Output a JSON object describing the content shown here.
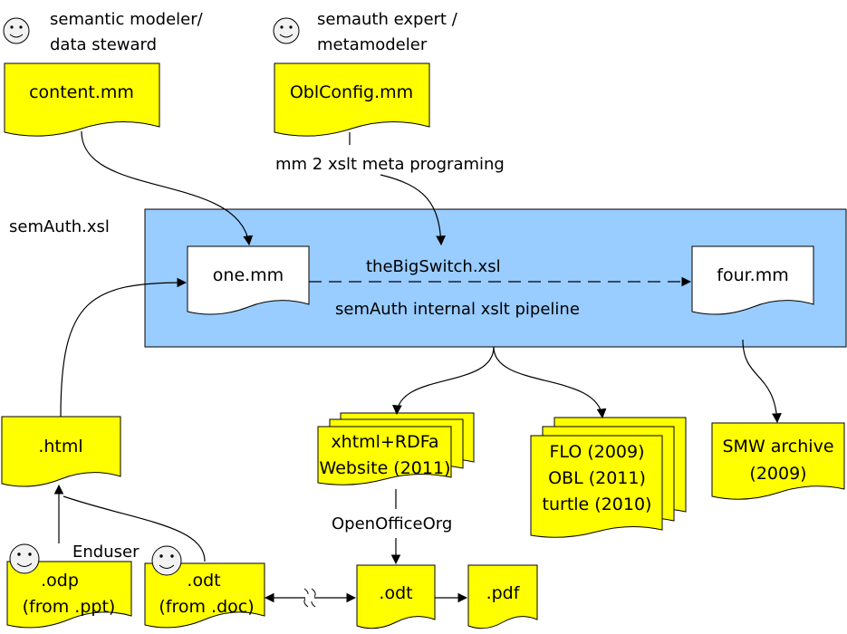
{
  "roles": {
    "modeler": [
      "semantic modeler/",
      "data steward"
    ],
    "expert": [
      "semauth expert /",
      "metamodeler"
    ],
    "enduser": "Enduser"
  },
  "docs": {
    "content": "content.mm",
    "oblconfig": "OblConfig.mm",
    "one": "one.mm",
    "four": "four.mm",
    "html": ".html",
    "odp": [
      ".odp",
      "(from .ppt)"
    ],
    "odt_src": [
      ".odt",
      "(from .doc)"
    ],
    "odt_out": ".odt",
    "pdf": ".pdf",
    "website": [
      "xhtml+RDFa",
      "Website (2011)"
    ],
    "flo": [
      "FLO (2009)",
      "OBL (2011)",
      "turtle (2010)"
    ],
    "smw": [
      "SMW archive",
      "(2009)"
    ]
  },
  "labels": {
    "meta": "mm 2 xslt meta programing",
    "semauth_xsl": "semAuth.xsl",
    "bigswitch": "theBigSwitch.xsl",
    "pipeline": "semAuth internal xslt pipeline",
    "ooo": "OpenOfficeOrg"
  },
  "colors": {
    "doc_fill": "#ffff00",
    "pipeline_fill": "#99ccff",
    "white_doc": "#ffffff"
  }
}
